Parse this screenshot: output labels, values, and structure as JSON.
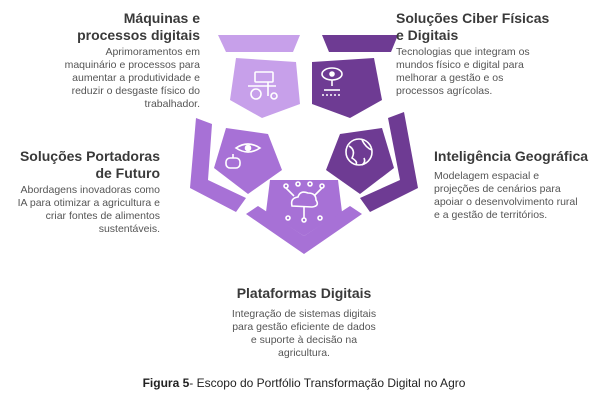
{
  "items": [
    {
      "title": "Máquinas e processos digitais",
      "title_lines": [
        "Máquinas e",
        "processos digitais"
      ],
      "description_lines": [
        "Aprimoramentos em",
        "maquinário e processos para",
        "aumentar a produtividade e",
        "reduzir o desgaste físico do",
        "trabalhador."
      ],
      "icon": "tractor-icon"
    },
    {
      "title": "Soluções Ciber Físicas e Digitais",
      "title_lines": [
        "Soluções Ciber Físicas",
        "e Digitais"
      ],
      "description_lines": [
        "Tecnologias que integram os",
        "mundos físico e digital para",
        "melhorar a gestão e os",
        "processos agrícolas."
      ],
      "icon": "sensor-icon"
    },
    {
      "title": "Inteligência Geográfica",
      "title_lines": [
        "Inteligência Geográfica"
      ],
      "description_lines": [
        "Modelagem espacial e",
        "projeções de cenários para",
        "apoiar o desenvolvimento rural",
        "e a gestão de territórios."
      ],
      "icon": "globe-icon"
    },
    {
      "title": "Plataformas Digitais",
      "title_lines": [
        "Plataformas Digitais"
      ],
      "description_lines": [
        "Integração de sistemas digitais",
        "para gestão eficiente de dados",
        "e suporte à decisão na",
        "agricultura."
      ],
      "icon": "cloud-network-icon"
    },
    {
      "title": "Soluções Portadoras de Futuro",
      "title_lines": [
        "Soluções Portadoras",
        "de Futuro"
      ],
      "description_lines": [
        "Abordagens inovadoras como",
        "IA para otimizar a agricultura e",
        "criar fontes de alimentos",
        "sustentáveis."
      ],
      "icon": "robot-eye-icon"
    }
  ],
  "caption": {
    "label": "Figura 5",
    "text": "- Escopo do Portfólio Transformação Digital no Agro"
  },
  "colors": {
    "light_purple": "#c49ae6",
    "mid_purple": "#a66fd4",
    "dark_purple": "#6b3a8e",
    "deep_purple": "#5a2d78"
  }
}
